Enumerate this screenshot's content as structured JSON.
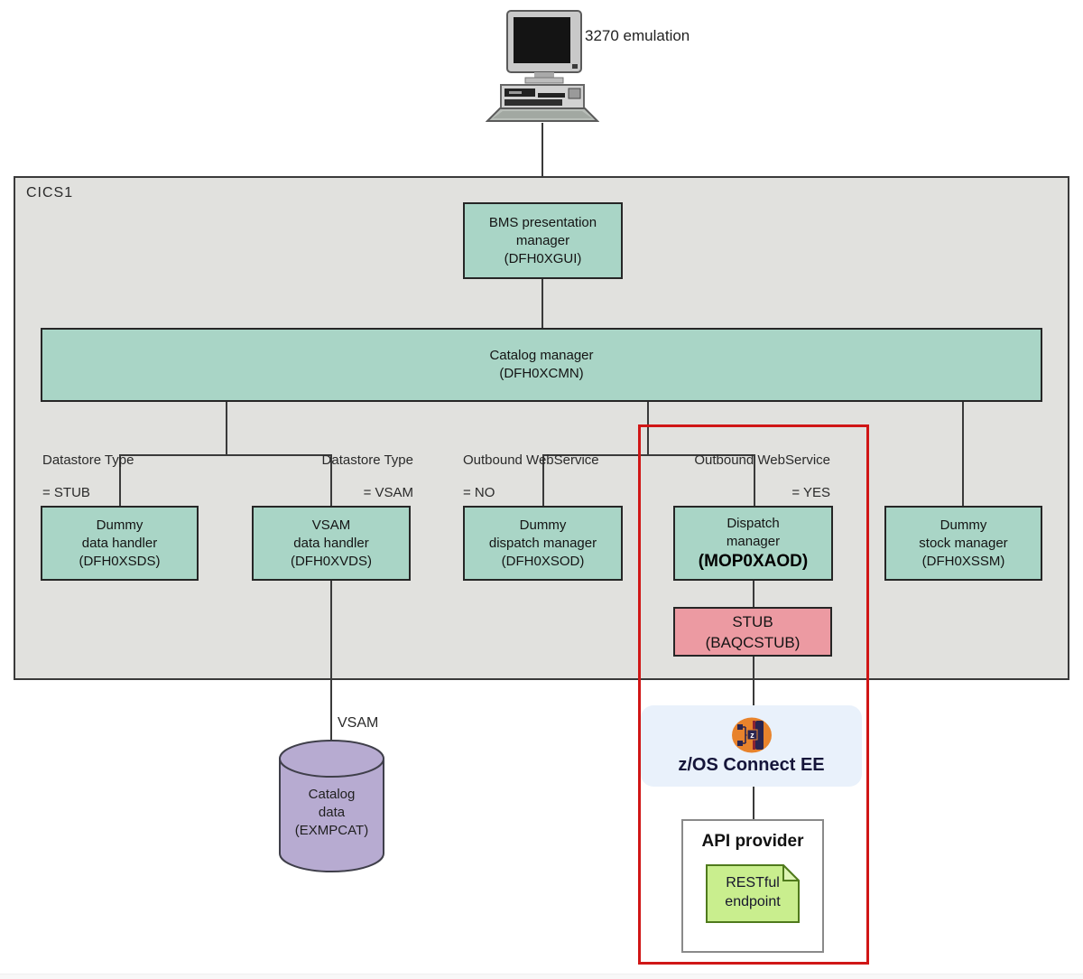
{
  "diagram": {
    "terminal_label": "3270 emulation",
    "region_label": "CICS1",
    "nodes": {
      "bms": {
        "line1": "BMS presentation",
        "line2": "manager",
        "line3": "(DFH0XGUI)"
      },
      "catalog": {
        "line1": "Catalog manager",
        "line2": "(DFH0XCMN)"
      },
      "dummy_data": {
        "line1": "Dummy",
        "line2": "data handler",
        "line3": "(DFH0XSDS)"
      },
      "vsam_data": {
        "line1": "VSAM",
        "line2": "data handler",
        "line3": "(DFH0XVDS)"
      },
      "dummy_dispatch": {
        "line1": "Dummy",
        "line2": "dispatch manager",
        "line3": "(DFH0XSOD)"
      },
      "dispatch": {
        "line1": "Dispatch",
        "line2": "manager",
        "line3": "(MOP0XAOD)"
      },
      "dummy_stock": {
        "line1": "Dummy",
        "line2": "stock manager",
        "line3": "(DFH0XSSM)"
      },
      "stub": {
        "line1": "STUB",
        "line2": "(BAQCSTUB)"
      },
      "zos_connect": {
        "label": "z/OS Connect EE",
        "icon_letter": "z"
      },
      "api_provider": {
        "title": "API provider",
        "doc_line1": "RESTful",
        "doc_line2": "endpoint"
      },
      "catalog_data": {
        "line1": "Catalog",
        "line2": "data",
        "line3": "(EXMPCAT)"
      }
    },
    "branch_labels": {
      "datastore_stub": {
        "line1": "Datastore Type",
        "line2": "= STUB"
      },
      "datastore_vsam": {
        "line1": "Datastore Type",
        "line2": "= VSAM"
      },
      "outbound_no": {
        "line1": "Outbound WebService",
        "line2": "= NO"
      },
      "outbound_yes": {
        "line1": "Outbound WebService",
        "line2": "= YES"
      }
    },
    "edge_label_vsam": "VSAM",
    "colors": {
      "node_teal": "#a9d5c6",
      "stub_pink": "#ec9aa2",
      "cylinder_purple": "#b7abd1",
      "zos_panel_blue": "#e9f1fb",
      "doc_green": "#c9ee8e",
      "doc_green_border": "#4f7a1c",
      "highlight_red": "#d01616",
      "logo_orange": "#e8832c",
      "logo_navy": "#2a2550",
      "region_gray": "#e1e1de"
    }
  }
}
